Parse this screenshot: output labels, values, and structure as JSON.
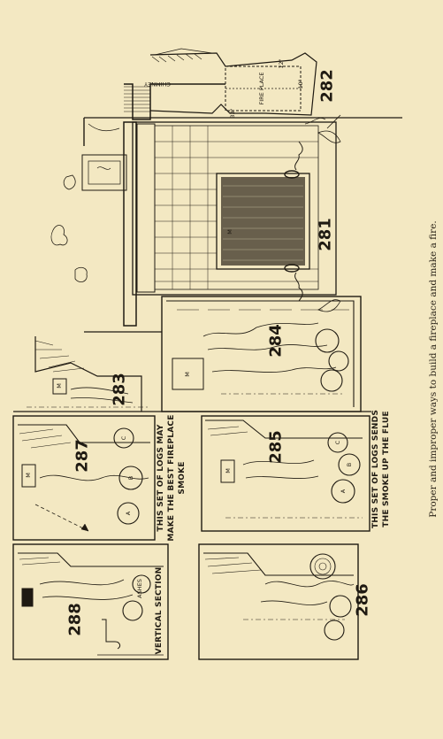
{
  "caption": "Proper and improper ways to build a fireplace and make a fire.",
  "figures": {
    "fig282": "282",
    "fig281": "281",
    "fig283": "283",
    "fig284": "284",
    "fig285": "285",
    "fig286": "286",
    "fig287": "287",
    "fig288": "288"
  },
  "labels": {
    "fig287_note_1": "THIS SET OF LOGS MAY",
    "fig287_note_2": "MAKE THE BEST FIREPLACE",
    "fig287_note_3": "SMOKE",
    "fig285_note_1": "THIS SET OF LOGS SENDS",
    "fig285_note_2": "THE SMOKE UP THE FLUE",
    "fig288_note": "VERTICAL SECTION",
    "fig288_ashes": "ASHES",
    "fig282_fireplace": "FIRE PLACE",
    "fig282_chimney": "CHIMNEY",
    "fig282_dim1": "33\"",
    "fig282_dim2": "12\"",
    "fig282_dim3": "10\"",
    "letters": [
      "A",
      "B",
      "C"
    ],
    "mantel_letter": "M"
  },
  "colors": {
    "paper": "#f3e8c2",
    "ink": "#1f1a12"
  }
}
